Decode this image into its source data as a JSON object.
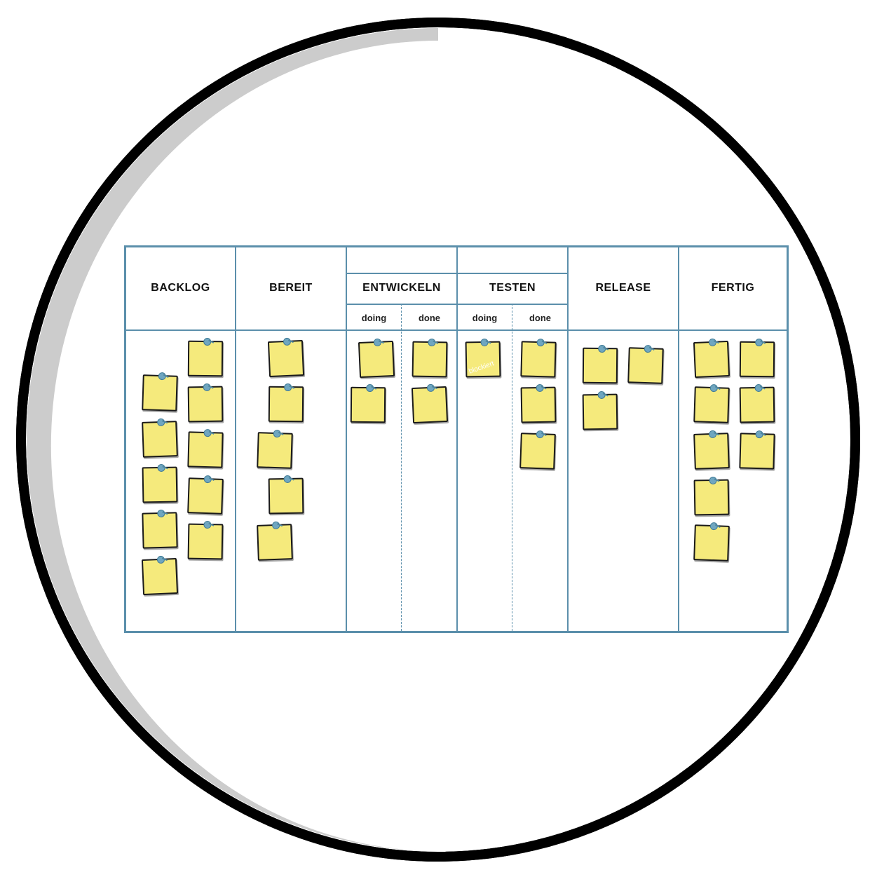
{
  "colors": {
    "board_line": "#5b8fab",
    "note_fill": "#f5ea7c",
    "pin": "#6fa6c0",
    "ring": "#000000",
    "ring_shadow": "#cccccc"
  },
  "icons": {
    "note_pin": "pushpin-icon"
  },
  "columns": {
    "backlog": "BACKLOG",
    "bereit": "BEREIT",
    "entwickeln": "ENTWICKELN",
    "testen": "TESTEN",
    "release": "RELEASE",
    "fertig": "FERTIG"
  },
  "subcolumns": {
    "entwickeln_doing": "doing",
    "entwickeln_done": "done",
    "testen_doing": "doing",
    "testen_done": "done"
  },
  "note_counts": {
    "backlog": 10,
    "bereit": 5,
    "entwickeln_doing": 2,
    "entwickeln_done": 2,
    "testen_doing": 1,
    "testen_done": 3,
    "release": 3,
    "fertig": 8
  },
  "blocked_tag": "blockiert"
}
